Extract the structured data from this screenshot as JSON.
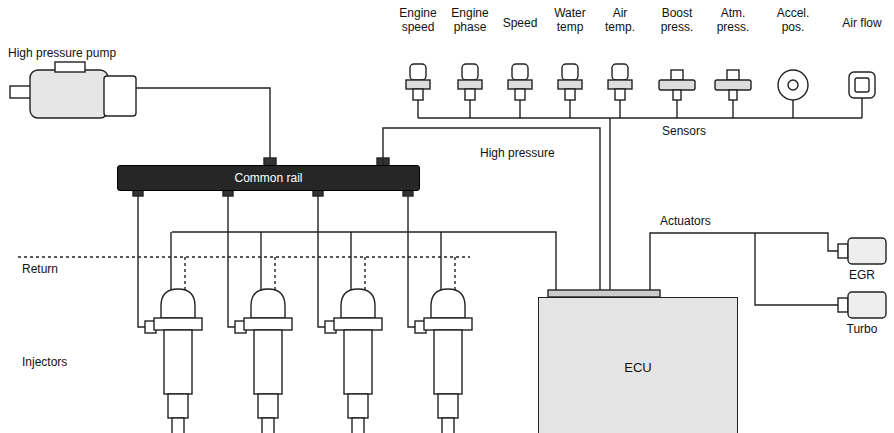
{
  "diagram": {
    "nodes": [
      {
        "text": [
          "Common rail"
        ]
      },
      {
        "text": [
          "ECU"
        ]
      }
    ],
    "edges": [
      {
        "from": 0,
        "to": 1,
        "arrow": "none"
      }
    ],
    "labels": [
      "High pressure pump",
      "Engine speed",
      "Engine phase",
      "Speed",
      "Water temp",
      "Air temp.",
      "Boost press.",
      "Atm. press.",
      "Accel. pos.",
      "Air flow",
      "Sensors",
      "High pressure",
      "Return",
      "Injectors",
      "Actuators",
      "EGR",
      "Turbo"
    ]
  }
}
